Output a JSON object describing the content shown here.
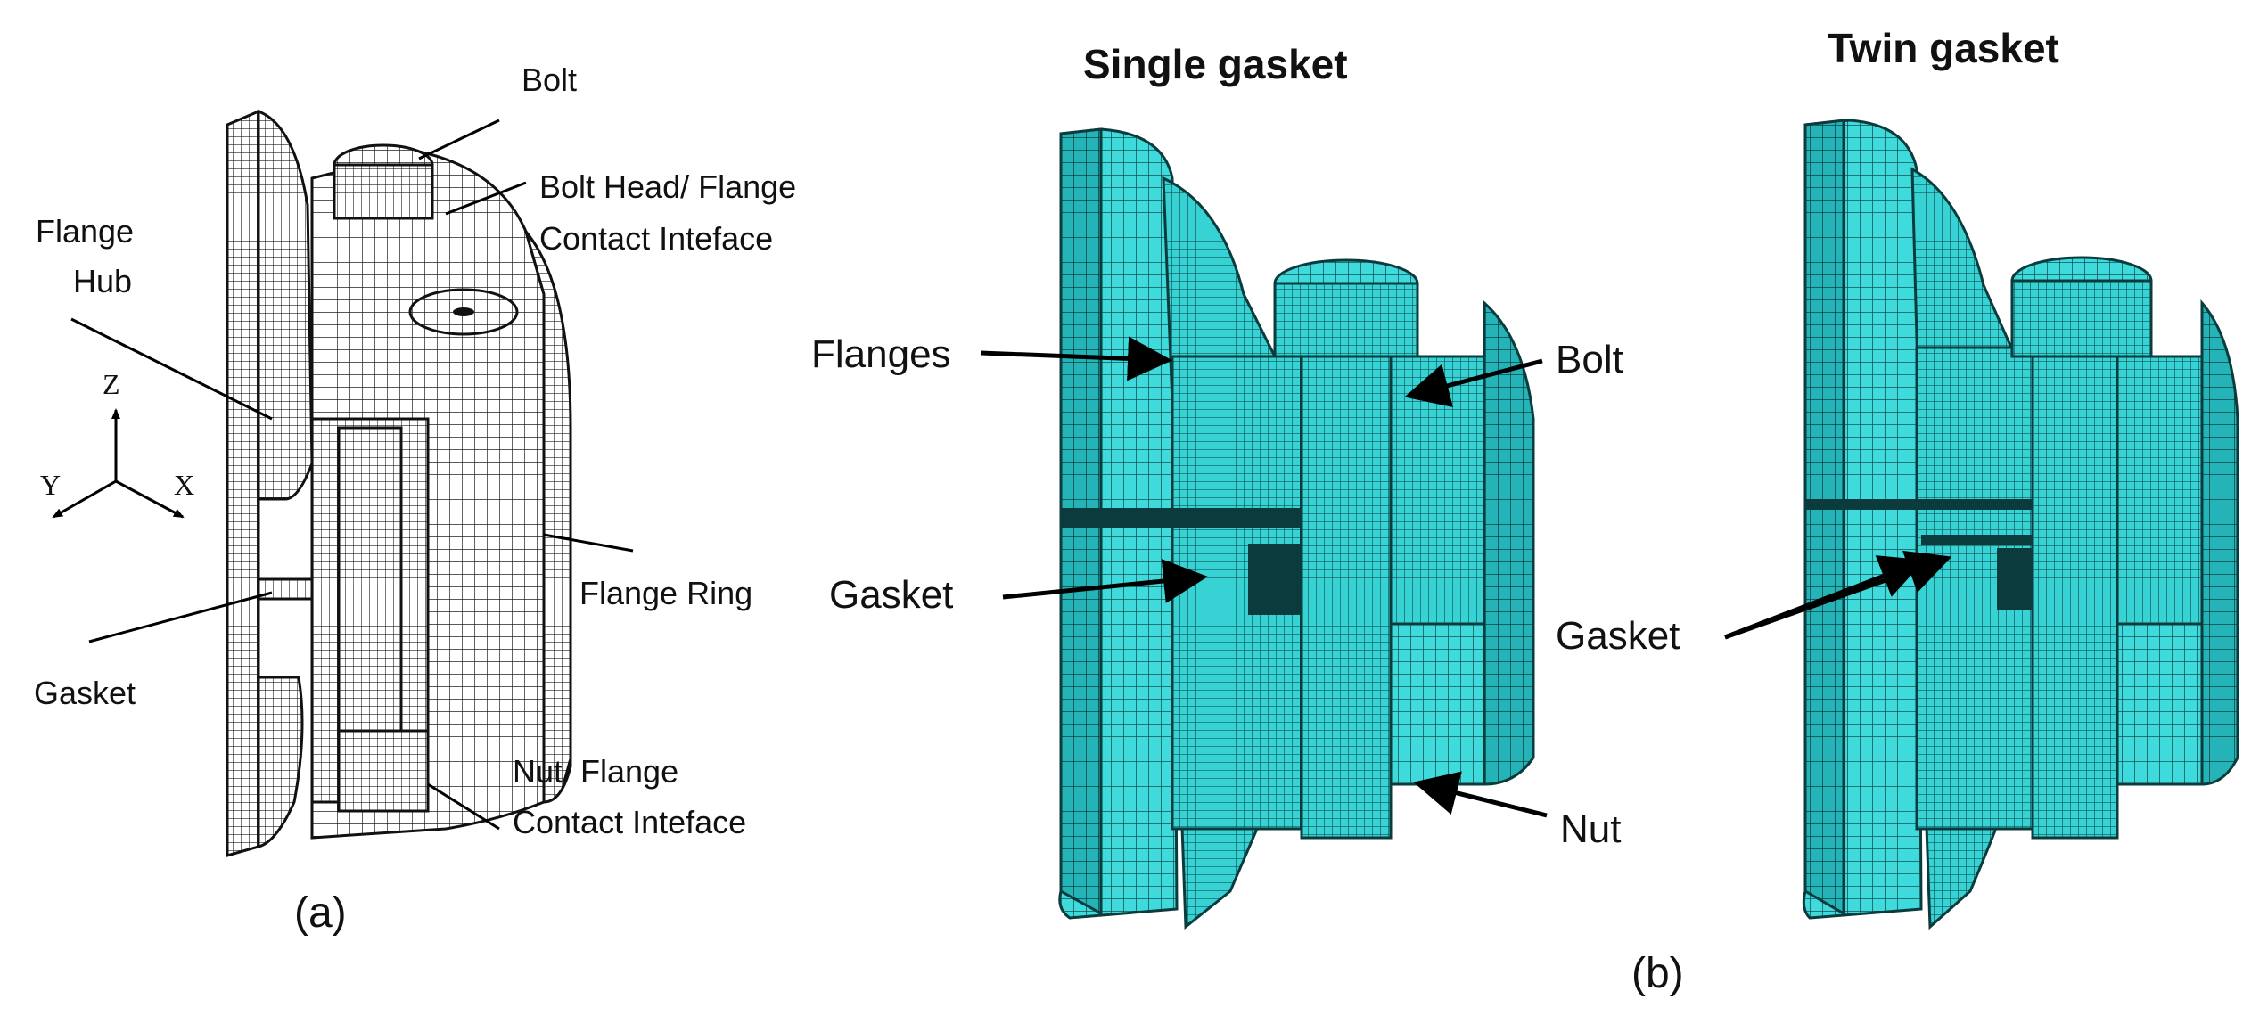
{
  "panel_a": {
    "caption": "(a)",
    "labels": {
      "bolt": "Bolt",
      "bolt_head_line1": "Bolt Head/ Flange",
      "bolt_head_line2": "Contact Inteface",
      "flange_hub_line1": "Flange",
      "flange_hub_line2": "Hub",
      "flange_ring": "Flange Ring",
      "gasket": "Gasket",
      "nut_line1": "Nut/ Flange",
      "nut_line2": "Contact Inteface"
    },
    "axes": {
      "z": "Z",
      "y": "Y",
      "x": "X"
    },
    "mesh_color": "#ffffff",
    "line_color": "#1a1a1a"
  },
  "panel_b": {
    "caption": "(b)",
    "single": {
      "title": "Single gasket",
      "labels": {
        "flanges": "Flanges",
        "bolt": "Bolt",
        "gasket": "Gasket",
        "nut": "Nut"
      }
    },
    "twin": {
      "title": "Twin gasket",
      "labels": {
        "gasket": "Gasket"
      }
    },
    "mesh_color": "#34d6d8",
    "mesh_dark": "#1c9ea3",
    "line_color": "#0a2a2c"
  }
}
